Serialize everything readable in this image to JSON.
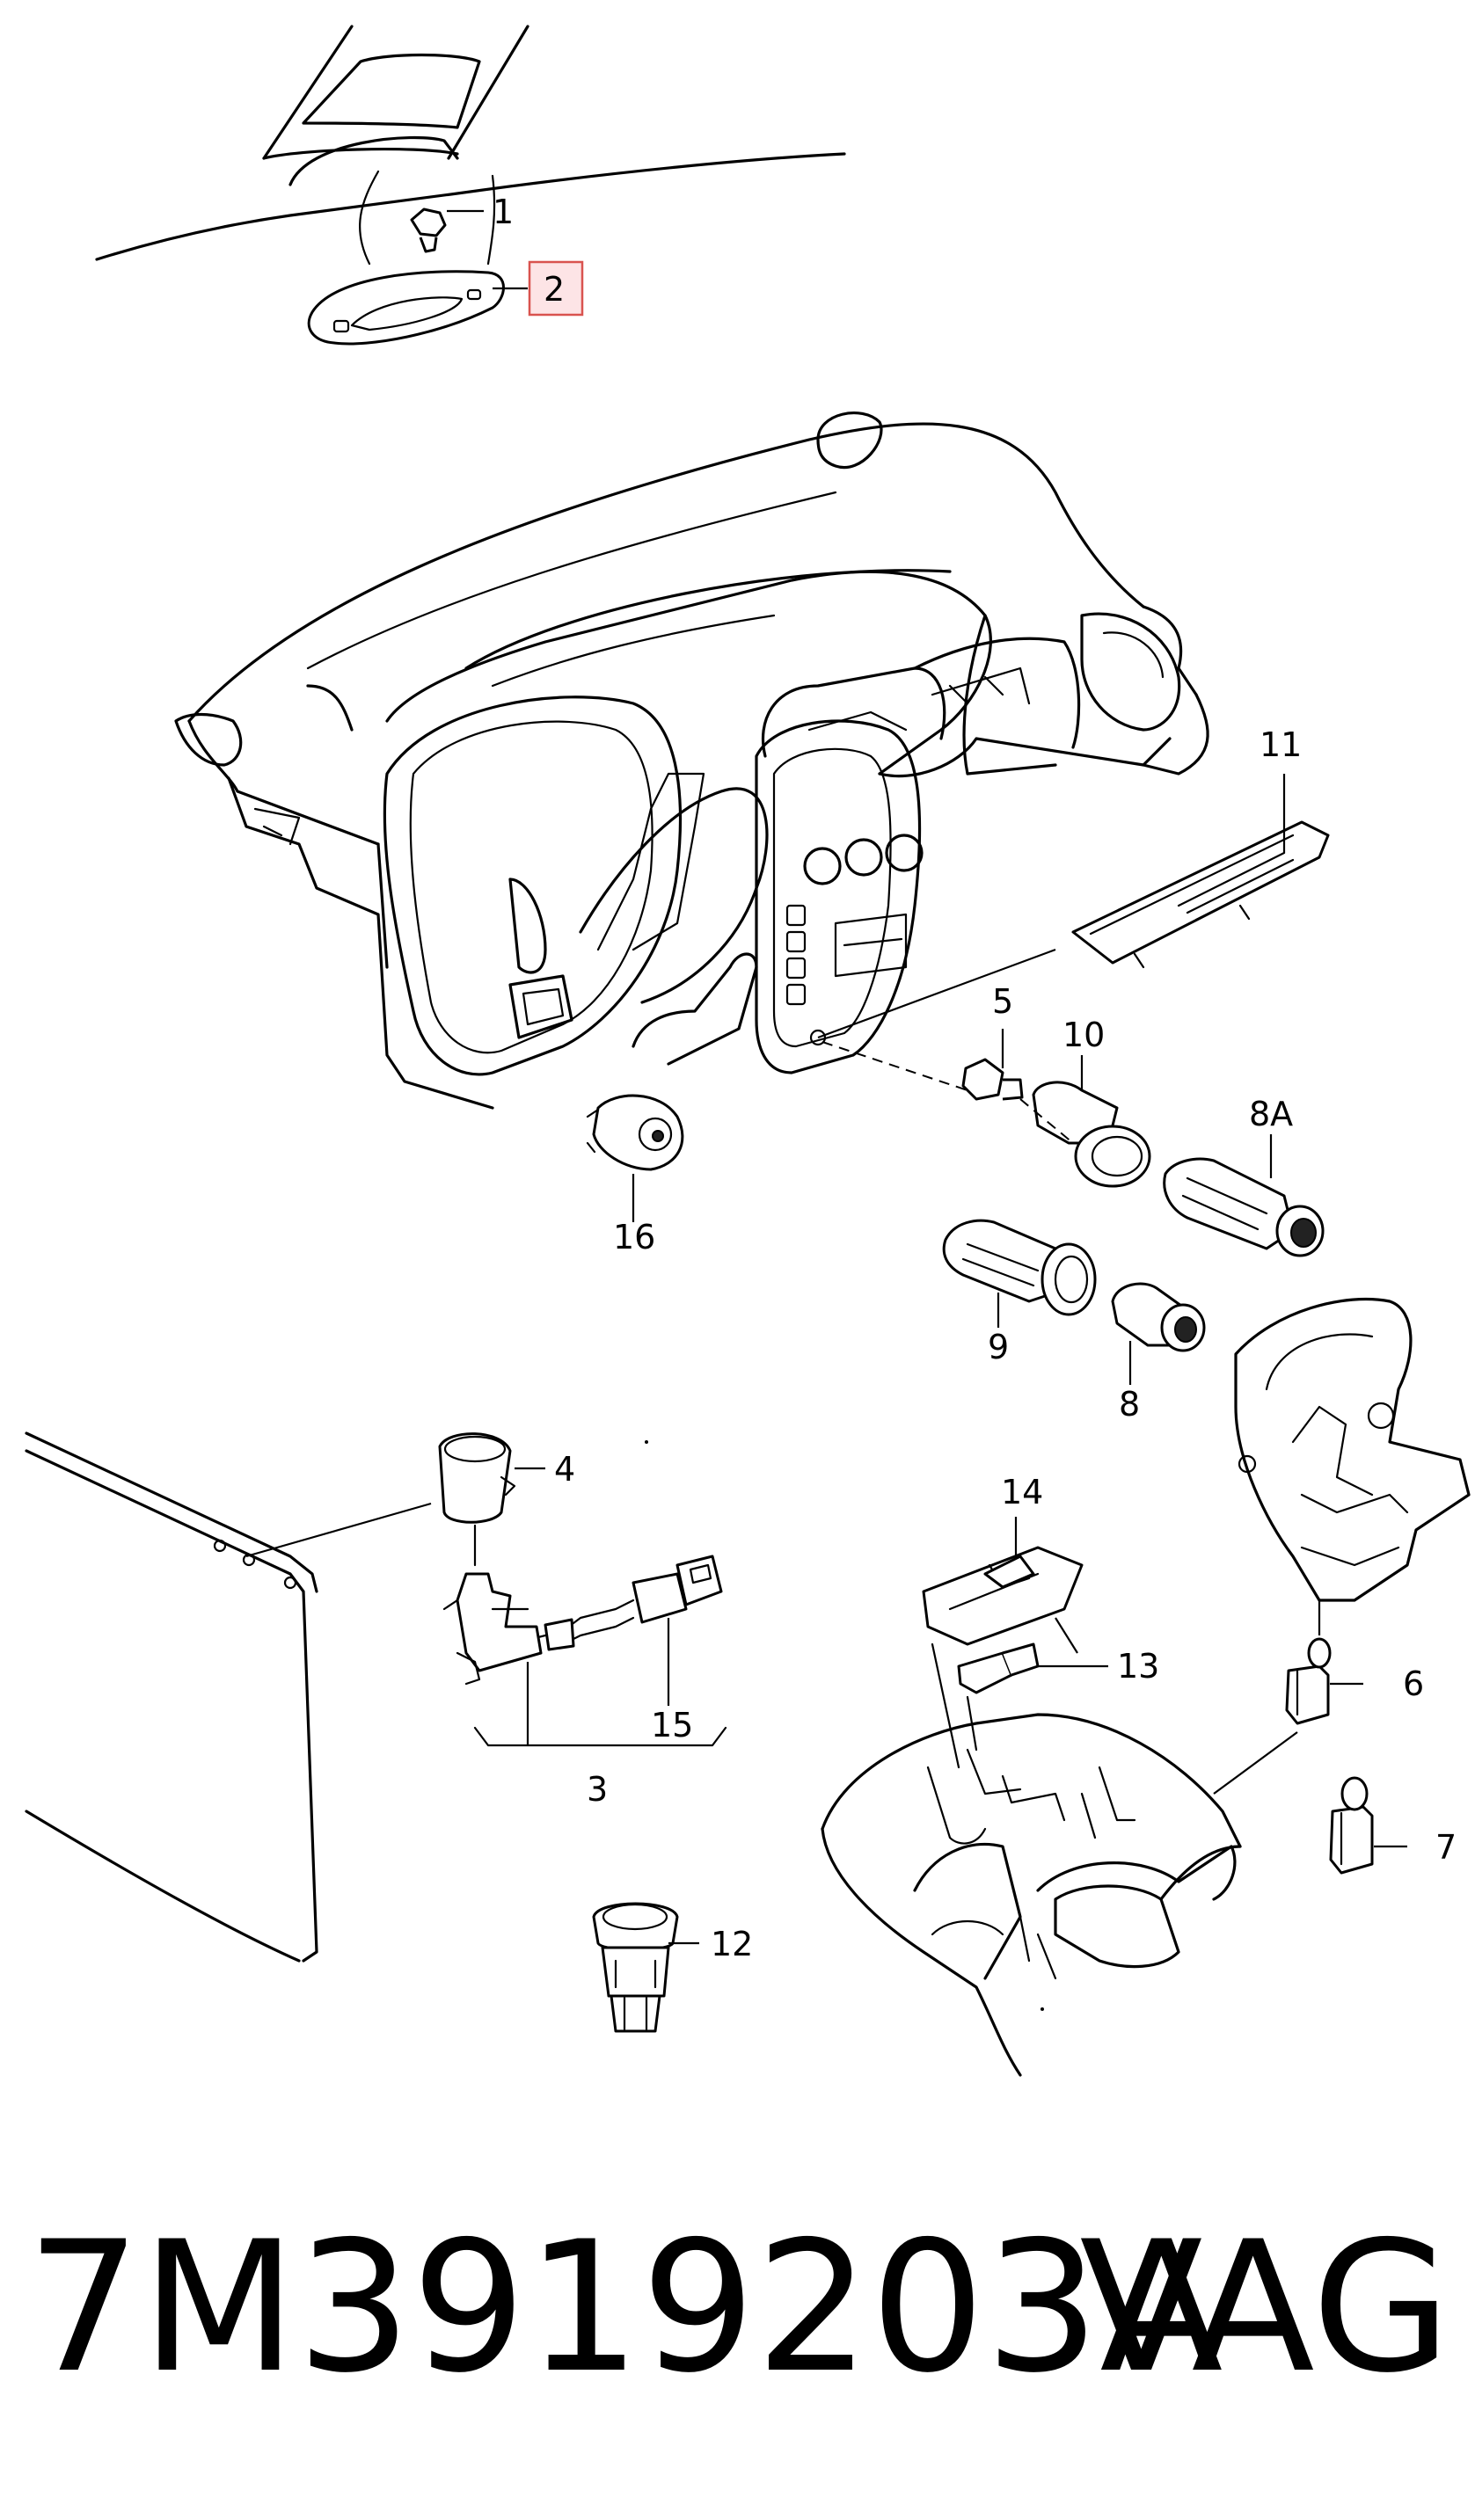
{
  "callouts": {
    "c1": "1",
    "c2": "2",
    "c3": "3",
    "c4": "4",
    "c5": "5",
    "c6": "6",
    "c7": "7",
    "c8": "8",
    "c8a": "8A",
    "c9": "9",
    "c10": "10",
    "c11": "11",
    "c12": "12",
    "c13": "13",
    "c14": "14",
    "c15": "15",
    "c16": "16"
  },
  "highlighted_callout": "2",
  "highlight_color": "#d9534f",
  "footer": {
    "part_number": "7M3919203A",
    "brand": "VAG"
  }
}
